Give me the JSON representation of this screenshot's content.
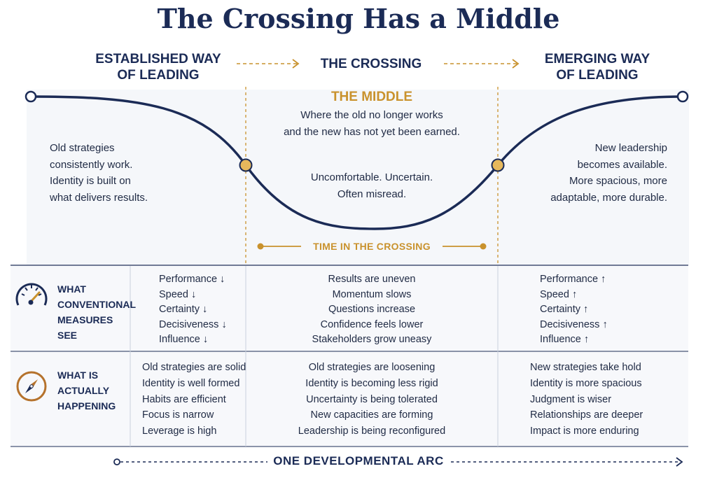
{
  "title": "The Crossing Has a Middle",
  "stages": {
    "established": [
      "ESTABLISHED WAY",
      "OF LEADING"
    ],
    "crossing": "THE CROSSING",
    "emerging": [
      "EMERGING WAY",
      "OF LEADING"
    ]
  },
  "middle": {
    "heading": "THE MIDDLE",
    "description": [
      "Where the old no longer works",
      "and the new has not yet been earned."
    ],
    "feeling": [
      "Uncomfortable. Uncertain.",
      "Often misread."
    ],
    "time_label": "TIME IN THE CROSSING"
  },
  "left_note": [
    "Old strategies",
    "consistently work.",
    "Identity is built on",
    "what delivers results."
  ],
  "right_note": [
    "New leadership",
    "becomes available.",
    "More spacious, more",
    "adaptable, more durable."
  ],
  "rows": [
    {
      "title": [
        "WHAT",
        "CONVENTIONAL",
        "MEASURES SEE"
      ],
      "icon": "gauge-icon",
      "left": [
        "Performance ↓",
        "Speed ↓",
        "Certainty ↓",
        "Decisiveness ↓",
        "Influence ↓"
      ],
      "middle": [
        "Results are uneven",
        "Momentum slows",
        "Questions increase",
        "Confidence feels lower",
        "Stakeholders grow uneasy"
      ],
      "right": [
        "Performance ↑",
        "Speed ↑",
        "Certainty ↑",
        "Decisiveness ↑",
        "Influence ↑"
      ]
    },
    {
      "title": [
        "WHAT IS",
        "ACTUALLY",
        "HAPPENING"
      ],
      "icon": "compass-icon",
      "left": [
        "Old strategies are solid",
        "Identity is well formed",
        "Habits are efficient",
        "Focus is narrow",
        "Leverage is high"
      ],
      "middle": [
        "Old strategies are loosening",
        "Identity is becoming less rigid",
        "Uncertainty is being tolerated",
        "New capacities are forming",
        "Leadership is being reconfigured"
      ],
      "right": [
        "New strategies take hold",
        "Identity is more spacious",
        "Judgment is wiser",
        "Relationships are deeper",
        "Impact is more enduring"
      ]
    }
  ],
  "footer": "ONE DEVELOPMENTAL ARC",
  "colors": {
    "navy": "#1b2b56",
    "gold": "#c9922d",
    "band": "#f3f6fa",
    "rule": "#c9d0dc"
  }
}
